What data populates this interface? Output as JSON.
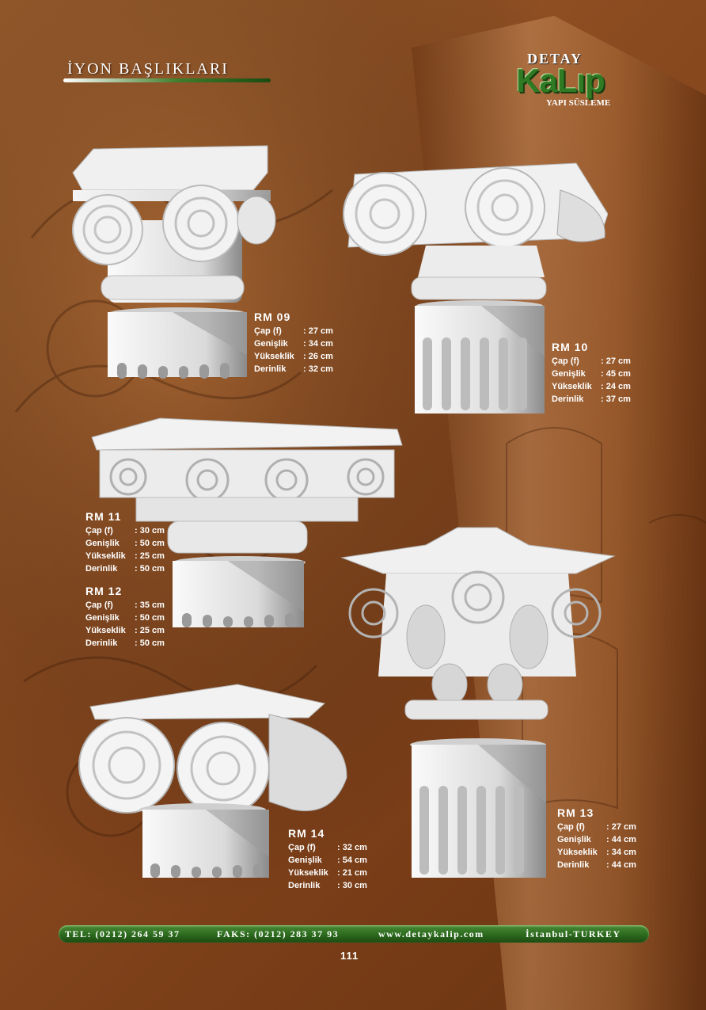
{
  "header": {
    "title": "İYON BAŞLIKLARI",
    "logo": {
      "top": "DETAY",
      "main": "KaLıp",
      "sub": "YAPI SÜSLEME"
    }
  },
  "products": [
    {
      "code": "RM 09",
      "specs": [
        {
          "label": "Çap (f)",
          "value": ": 27 cm"
        },
        {
          "label": "Genişlik",
          "value": ": 34 cm"
        },
        {
          "label": "Yükseklik",
          "value": ": 26 cm"
        },
        {
          "label": "Derinlik",
          "value": ": 32 cm"
        }
      ]
    },
    {
      "code": "RM 10",
      "specs": [
        {
          "label": "Çap (f)",
          "value": ": 27 cm"
        },
        {
          "label": "Genişlik",
          "value": ": 45 cm"
        },
        {
          "label": "Yükseklik",
          "value": ": 24 cm"
        },
        {
          "label": "Derinlik",
          "value": ": 37 cm"
        }
      ]
    },
    {
      "code": "RM 11",
      "specs": [
        {
          "label": "Çap (f)",
          "value": ": 30 cm"
        },
        {
          "label": "Genişlik",
          "value": ": 50 cm"
        },
        {
          "label": "Yükseklik",
          "value": ": 25 cm"
        },
        {
          "label": "Derinlik",
          "value": ": 50 cm"
        }
      ]
    },
    {
      "code": "RM 12",
      "specs": [
        {
          "label": "Çap (f)",
          "value": ": 35 cm"
        },
        {
          "label": "Genişlik",
          "value": ": 50 cm"
        },
        {
          "label": "Yükseklik",
          "value": ": 25 cm"
        },
        {
          "label": "Derinlik",
          "value": ": 50 cm"
        }
      ]
    },
    {
      "code": "RM 13",
      "specs": [
        {
          "label": "Çap (f)",
          "value": ": 27 cm"
        },
        {
          "label": "Genişlik",
          "value": ": 44 cm"
        },
        {
          "label": "Yükseklik",
          "value": ": 34 cm"
        },
        {
          "label": "Derinlik",
          "value": ": 44 cm"
        }
      ]
    },
    {
      "code": "RM 14",
      "specs": [
        {
          "label": "Çap (f)",
          "value": ": 32 cm"
        },
        {
          "label": "Genişlik",
          "value": ": 54 cm"
        },
        {
          "label": "Yükseklik",
          "value": ": 21 cm"
        },
        {
          "label": "Derinlik",
          "value": ": 30 cm"
        }
      ]
    }
  ],
  "footer": {
    "tel": "TEL: (0212) 264 59 37",
    "fax": "FAKS: (0212) 283 37 93",
    "web": "www.detaykalip.com",
    "city": "İstanbul-TURKEY"
  },
  "page_number": "111"
}
